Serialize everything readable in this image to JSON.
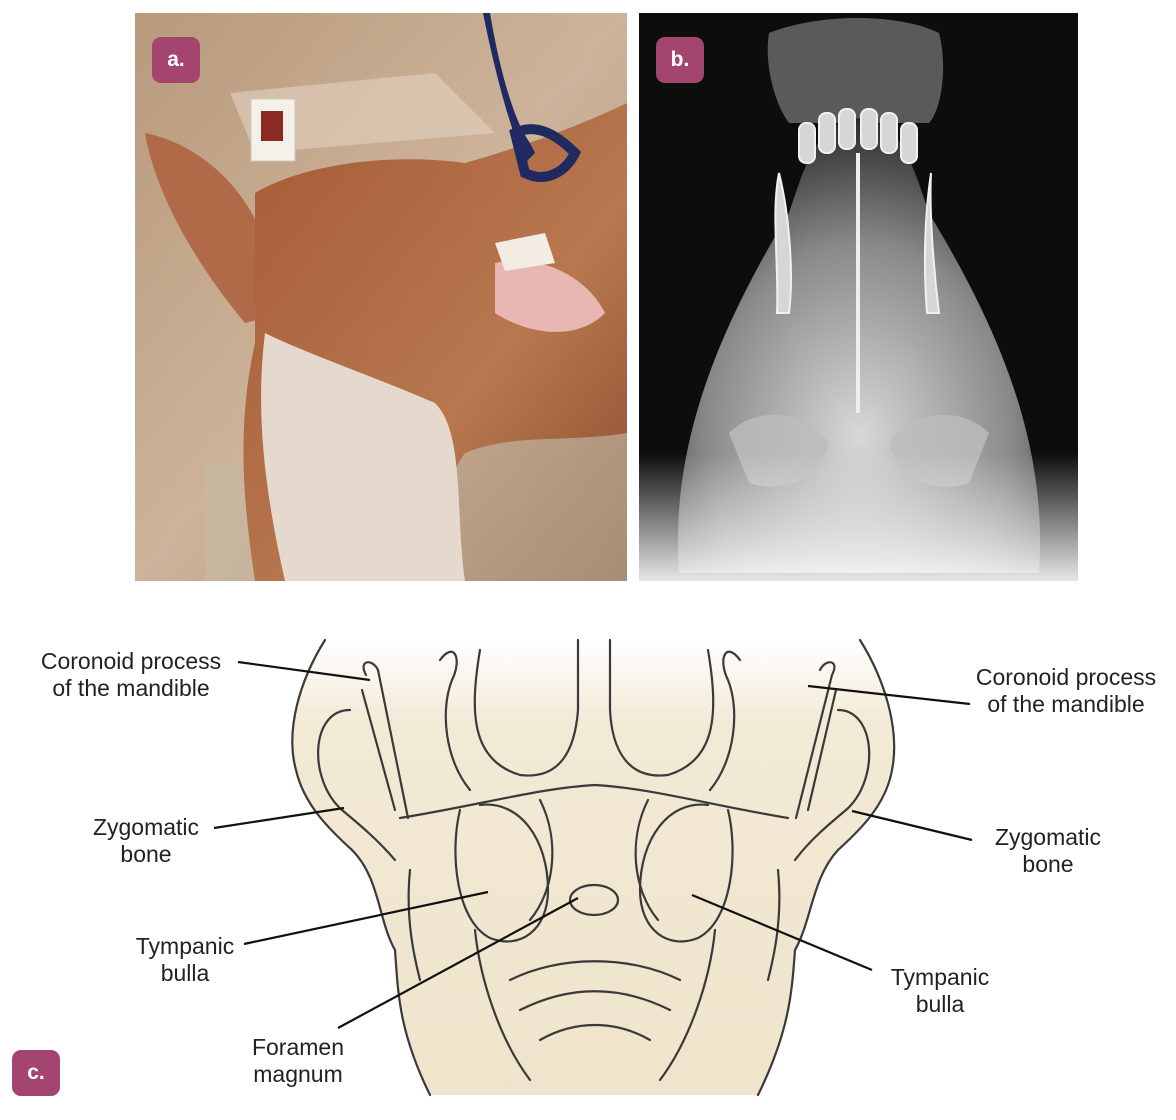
{
  "panels": {
    "a": {
      "badge": "a."
    },
    "b": {
      "badge": "b."
    },
    "c": {
      "badge": "c."
    }
  },
  "labels": {
    "coronoid_left": "Coronoid process\nof the mandible",
    "coronoid_right": "Coronoid process\nof the mandible",
    "zygomatic_left": "Zygomatic\nbone",
    "zygomatic_right": "Zygomatic\nbone",
    "tympanic_left": "Tympanic\nbulla",
    "tympanic_right": "Tympanic\nbulla",
    "foramen": "Foramen\nmagnum"
  },
  "colors": {
    "badge": "#a4456f",
    "skull_fill": "#f1e7cf",
    "outline": "#3a3a3a"
  }
}
